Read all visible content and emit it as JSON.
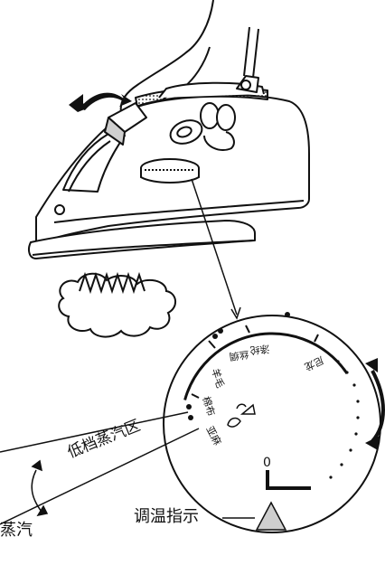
{
  "labels": {
    "low_steam_zone": "低档蒸汽区",
    "temp_indicator": "调温指示",
    "steam_cutoff": "蒸汽"
  },
  "dial": {
    "settings": [
      "尼龙",
      "涤纶",
      "丝绸",
      "羊毛",
      "棉布",
      "亚麻"
    ],
    "zero_mark": "0"
  },
  "icons": [
    "hand-icon",
    "steam-iron-icon",
    "steam-cloud-icon",
    "temperature-dial-icon",
    "indicator-triangle-icon",
    "rotate-arrow-icon"
  ],
  "colors": {
    "ink": "#111111",
    "background": "#ffffff",
    "panel_gray": "#cfcfcf"
  }
}
